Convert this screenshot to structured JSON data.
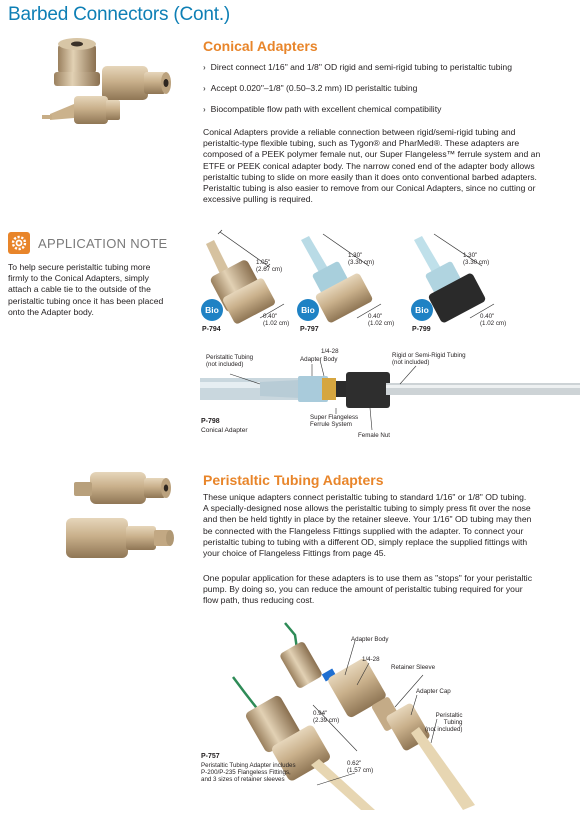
{
  "page": {
    "title": "Barbed Connectors (Cont.)"
  },
  "conical": {
    "heading": "Conical Adapters",
    "bullets": [
      "Direct connect 1/16\" and 1/8\" OD rigid and semi-rigid tubing to peristaltic tubing",
      "Accept 0.020\"–1/8\" (0.50–3.2 mm) ID peristaltic tubing",
      "Biocompatible flow path with excellent chemical compatibility"
    ],
    "body": [
      "Conical Adapters provide a reliable connection between rigid/semi-rigid tubing and",
      "peristaltic-type flexible tubing, such as Tygon® and PharMed®. These adapters are",
      "composed of a PEEK polymer female nut, our Super Flangeless™ ferrule system and an",
      "ETFE or PEEK conical adapter body. The narrow coned end of the adapter body allows",
      "peristaltic tubing to slide on more easily than it does onto conventional barbed adapters.",
      "Peristaltic tubing is also easier to remove from our Conical Adapters, since no cutting or",
      "excessive pulling is required."
    ],
    "products": [
      {
        "pn": "P-794",
        "badge": "Bio",
        "len1": "1.05\"",
        "len2": "(2.67 cm)",
        "dia1": "0.40\"",
        "dia2": "(1.02 cm)"
      },
      {
        "pn": "P-797",
        "badge": "Bio",
        "len1": "1.30\"",
        "len2": "(3.30 cm)",
        "dia1": "0.40\"",
        "dia2": "(1.02 cm)"
      },
      {
        "pn": "P-799",
        "badge": "Bio",
        "len1": "1.30\"",
        "len2": "(3.30 cm)",
        "dia1": "0.40\"",
        "dia2": "(1.02 cm)"
      }
    ],
    "diagram": {
      "peristaltic1": "Peristaltic Tubing",
      "peristaltic2": "(not included)",
      "adapter_body": "Adapter Body",
      "thread": "1/4-28",
      "rigid1": "Rigid or Semi-Rigid Tubing",
      "rigid2": "(not included)",
      "flangeless1": "Super Flangeless",
      "flangeless2": "Ferrule System",
      "female_nut": "Female Nut",
      "pn": "P-798",
      "caption": "Conical Adapter"
    }
  },
  "app_note": {
    "heading": "APPLICATION NOTE",
    "lines": [
      "To help secure peristaltic tubing more",
      "firmly to the Conical Adapters, simply",
      "attach a cable tie to the outside of the",
      "peristaltic tubing once it has been placed",
      "onto the Adapter body."
    ]
  },
  "peristaltic": {
    "heading": "Peristaltic Tubing Adapters",
    "para1": [
      "These unique adapters connect peristaltic tubing to standard 1/16\" or 1/8\" OD tubing.",
      "A specially-designed nose allows the peristaltic tubing to simply press fit over the nose",
      "and then be held tightly in place by the retainer sleeve. Your 1/16\" OD tubing may then",
      "be connected with the Flangeless Fittings supplied with the adapter. To connect your",
      "peristaltic tubing to tubing with a different OD, simply replace the supplied fittings with",
      "your choice of Flangeless Fittings from page 45."
    ],
    "para2": [
      "One popular application for these adapters is to use them as \"stops\" for your peristaltic",
      "pump. By doing so, you can reduce the amount of peristaltic tubing required for your",
      "flow path, thus reducing cost."
    ],
    "diagram": {
      "adapter_body": "Adapter Body",
      "thread": "1/4-28",
      "retainer": "Retainer Sleeve",
      "cap": "Adapter Cap",
      "tubing1": "Peristaltic",
      "tubing2": "Tubing",
      "tubing3": "(not included)",
      "dim1a": "0.94\"",
      "dim1b": "(2.39 cm)",
      "dim2a": "0.62\"",
      "dim2b": "(1.57 cm)",
      "pn": "P-757",
      "cap1": "Peristaltic Tubing Adapter includes",
      "cap2": "P-200/P-235 Flangeless Fittings,",
      "cap3": "and 3 sizes of retainer sleeves"
    }
  },
  "colors": {
    "accent": "#e8852a",
    "title": "#0e7fb5",
    "bio": "#1f82c4",
    "peek": "#cdb594"
  }
}
